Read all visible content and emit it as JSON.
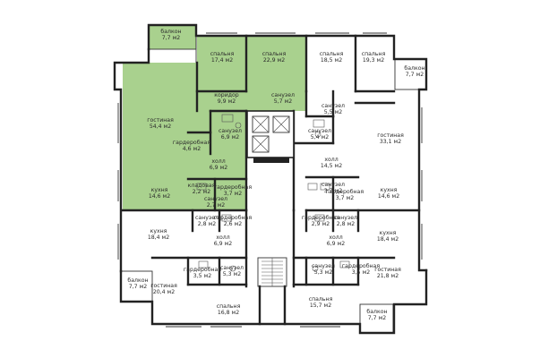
{
  "colors": {
    "highlight": "#a9d18e",
    "walls": "#222222",
    "background": "#ffffff"
  },
  "rooms": [
    {
      "id": "balcony-nw",
      "name": "балкон",
      "area": "7,7 м2",
      "highlighted": true
    },
    {
      "id": "bedroom-1",
      "name": "спальня",
      "area": "17,4 м2",
      "highlighted": true
    },
    {
      "id": "bedroom-2",
      "name": "спальня",
      "area": "22,9 м2",
      "highlighted": true
    },
    {
      "id": "bedroom-3",
      "name": "спальня",
      "area": "18,5 м2",
      "highlighted": false
    },
    {
      "id": "bedroom-4",
      "name": "спальня",
      "area": "19,3 м2",
      "highlighted": false
    },
    {
      "id": "balcony-ne",
      "name": "балкон",
      "area": "7,7 м2",
      "highlighted": false
    },
    {
      "id": "corridor",
      "name": "коридор",
      "area": "9,9 м2",
      "highlighted": true
    },
    {
      "id": "bath-1",
      "name": "санузел",
      "area": "5,7 м2",
      "highlighted": true
    },
    {
      "id": "bath-2",
      "name": "санузел",
      "area": "5,5 м2",
      "highlighted": false
    },
    {
      "id": "living-1",
      "name": "гостиная",
      "area": "54,4 м2",
      "highlighted": true
    },
    {
      "id": "bath-3",
      "name": "санузел",
      "area": "6,9 м2",
      "highlighted": true
    },
    {
      "id": "bath-4",
      "name": "санузел",
      "area": "5,4 м2",
      "highlighted": false
    },
    {
      "id": "living-2",
      "name": "гостиная",
      "area": "33,1 м2",
      "highlighted": false
    },
    {
      "id": "wardrobe-1",
      "name": "гардеробная",
      "area": "4,6 м2",
      "highlighted": true
    },
    {
      "id": "hall-1",
      "name": "холл",
      "area": "6,9 м2",
      "highlighted": true
    },
    {
      "id": "hall-2",
      "name": "холл",
      "area": "14,5 м2",
      "highlighted": false
    },
    {
      "id": "pantry-1",
      "name": "кладовая",
      "area": "2,2 м2",
      "highlighted": true
    },
    {
      "id": "wardrobe-2",
      "name": "гардеробная",
      "area": "3,7 м2",
      "highlighted": true
    },
    {
      "id": "kitchen-1",
      "name": "кухня",
      "area": "14,6 м2",
      "highlighted": true
    },
    {
      "id": "bath-5",
      "name": "санузел",
      "area": "2,7 м2",
      "highlighted": true
    },
    {
      "id": "bath-6",
      "name": "санузел",
      "area": "3,7 м2",
      "highlighted": false
    },
    {
      "id": "wardrobe-3",
      "name": "гардеробная",
      "area": "3,7 м2",
      "highlighted": false
    },
    {
      "id": "kitchen-2",
      "name": "кухня",
      "area": "14,6 м2",
      "highlighted": false
    },
    {
      "id": "bath-7",
      "name": "санузел",
      "area": "2,8 м2",
      "highlighted": false
    },
    {
      "id": "wardrobe-4",
      "name": "гардеробная",
      "area": "2,6 м2",
      "highlighted": false
    },
    {
      "id": "wardrobe-5",
      "name": "гардеробная",
      "area": "2,9 м2",
      "highlighted": false
    },
    {
      "id": "bath-8",
      "name": "санузел",
      "area": "2,8 м2",
      "highlighted": false
    },
    {
      "id": "kitchen-3",
      "name": "кухня",
      "area": "18,4 м2",
      "highlighted": false
    },
    {
      "id": "hall-3",
      "name": "холл",
      "area": "6,9 м2",
      "highlighted": false
    },
    {
      "id": "hall-4",
      "name": "холл",
      "area": "6,9 м2",
      "highlighted": false
    },
    {
      "id": "kitchen-4",
      "name": "кухня",
      "area": "18,4 м2",
      "highlighted": false
    },
    {
      "id": "wardrobe-6",
      "name": "гардеробная",
      "area": "3,5 м2",
      "highlighted": false
    },
    {
      "id": "bath-9",
      "name": "санузел",
      "area": "5,3 м2",
      "highlighted": false
    },
    {
      "id": "bath-10",
      "name": "санузел",
      "area": "5,3 м2",
      "highlighted": false
    },
    {
      "id": "wardrobe-7",
      "name": "гардеробная",
      "area": "3,5 м2",
      "highlighted": false
    },
    {
      "id": "living-3",
      "name": "гостиная",
      "area": "21,8 м2",
      "highlighted": false
    },
    {
      "id": "balcony-sw",
      "name": "балкон",
      "area": "7,7 м2",
      "highlighted": false
    },
    {
      "id": "living-4",
      "name": "гостиная",
      "area": "20,4 м2",
      "highlighted": false
    },
    {
      "id": "bedroom-5",
      "name": "спальня",
      "area": "15,7 м2",
      "highlighted": false
    },
    {
      "id": "bedroom-6",
      "name": "спальня",
      "area": "16,8 м2",
      "highlighted": false
    },
    {
      "id": "balcony-se",
      "name": "балкон",
      "area": "7,7 м2",
      "highlighted": false
    }
  ]
}
